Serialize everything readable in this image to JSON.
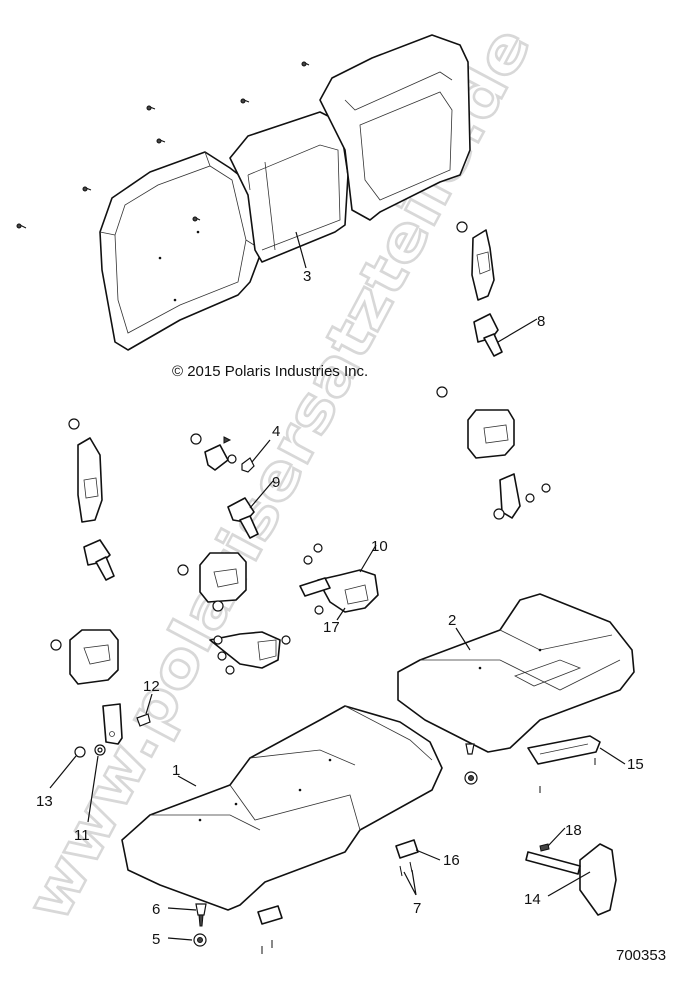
{
  "copyright": "© 2015 Polaris Industries Inc.",
  "drawing_number": "700353",
  "watermark": "www.polarisersatzteile.de",
  "callouts": [
    "1",
    "2",
    "3",
    "4",
    "5",
    "6",
    "7",
    "8",
    "9",
    "10",
    "11",
    "12",
    "13",
    "14",
    "15",
    "16",
    "17",
    "18"
  ]
}
